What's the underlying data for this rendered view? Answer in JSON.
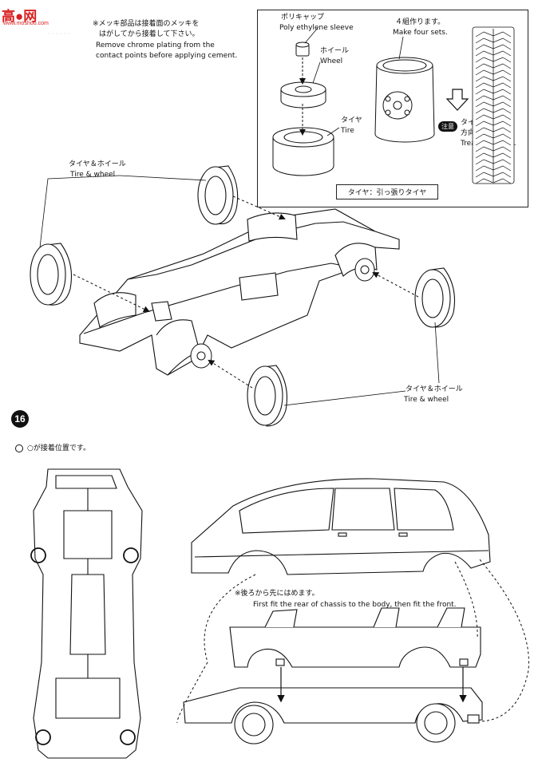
{
  "logo": {
    "text": "高●网",
    "url": "www.moshoo.com"
  },
  "notes": {
    "chrome_jp": "※メッキ部品は接着面のメッキを",
    "chrome_jp2": "はがしてから接着して下さい。",
    "chrome_en1": "Remove chrome plating from the",
    "chrome_en2": "contact points before applying cement."
  },
  "inset": {
    "polycap_jp": "ポリキャップ",
    "polycap_en": "Poly ethylene sleeve",
    "wheel_jp": "ホイール",
    "wheel_en": "Wheel",
    "tire_jp": "タイヤ",
    "tire_en": "Tire",
    "sets_jp": "４組作ります。",
    "sets_en": "Make four sets.",
    "caution_badge": "注意",
    "tread_jp1": "タイヤには回転",
    "tread_jp2": "方向があります。",
    "tread_en": "Tread direction.",
    "tire_type": "タイヤ：引っ張りタイヤ"
  },
  "labels": {
    "tw_top_jp": "タイヤ＆ホイール",
    "tw_top_en": "Tire & wheel",
    "tw_bottom_jp": "タイヤ＆ホイール",
    "tw_bottom_en": "Tire & wheel"
  },
  "step16": {
    "number": "16",
    "glue_note": "○が接着位置です。",
    "fit_jp": "※後ろから先にはめます。",
    "fit_en": "First fit the rear of chassis to the body, then fit the front."
  }
}
